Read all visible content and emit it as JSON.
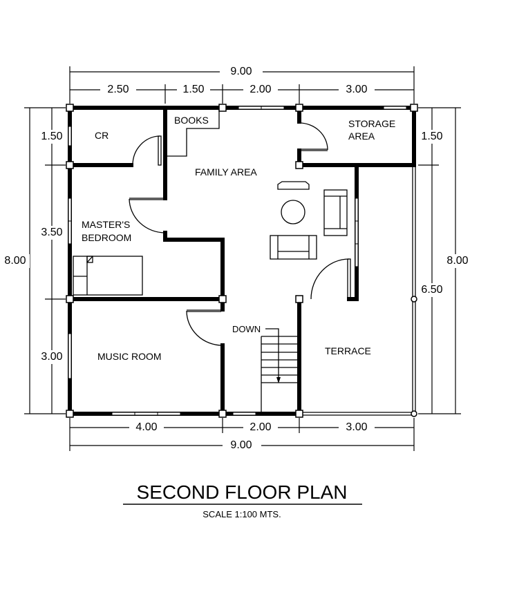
{
  "title": "SECOND FLOOR PLAN",
  "scale": "SCALE 1:100 MTS.",
  "rooms": {
    "cr": "CR",
    "books": "BOOKS",
    "storage_1": "STORAGE",
    "storage_2": "AREA",
    "family": "FAMILY AREA",
    "master_1": "MASTER'S",
    "master_2": "BEDROOM",
    "music": "MUSIC ROOM",
    "terrace": "TERRACE",
    "down": "DOWN"
  },
  "dimensions": {
    "top_total": "9.00",
    "top": [
      "2.50",
      "1.50",
      "2.00",
      "3.00"
    ],
    "left_total": "8.00",
    "left": [
      "1.50",
      "3.50",
      "3.00"
    ],
    "right": [
      "1.50",
      "6.50"
    ],
    "right_total": "8.00",
    "bottom": [
      "4.00",
      "2.00",
      "3.00"
    ],
    "bottom_total": "9.00"
  }
}
